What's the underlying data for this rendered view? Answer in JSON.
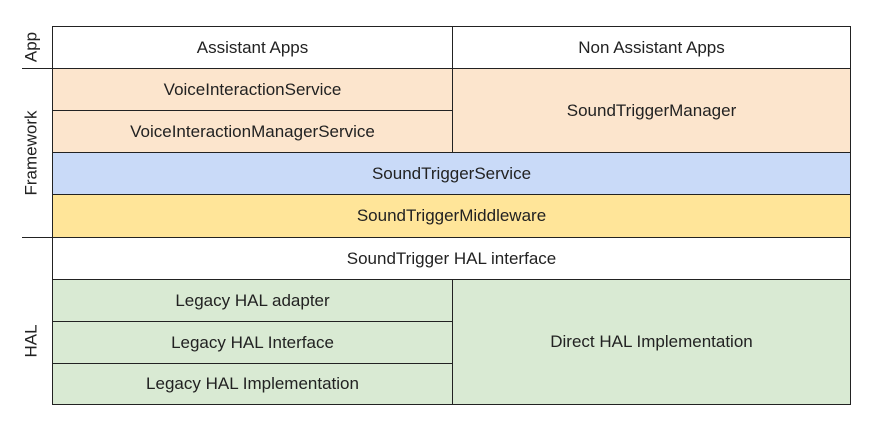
{
  "sections": {
    "app": "App",
    "framework": "Framework",
    "hal": "HAL"
  },
  "app_layer": {
    "assistant_apps": "Assistant Apps",
    "non_assistant_apps": "Non Assistant Apps"
  },
  "framework_layer": {
    "voice_interaction_service": "VoiceInteractionService",
    "voice_interaction_manager_service": "VoiceInteractionManagerService",
    "sound_trigger_manager": "SoundTriggerManager",
    "sound_trigger_service": "SoundTriggerService",
    "sound_trigger_middleware": "SoundTriggerMiddleware"
  },
  "hal_layer": {
    "hal_interface": "SoundTrigger HAL interface",
    "legacy_hal_adapter": "Legacy HAL adapter",
    "legacy_hal_interface": "Legacy HAL Interface",
    "legacy_hal_implementation": "Legacy HAL Implementation",
    "direct_hal_implementation": "Direct HAL Implementation"
  },
  "colors": {
    "app": "#ffffff",
    "framework_upper": "#fce5cd",
    "sound_trigger_service": "#c9daf8",
    "sound_trigger_middleware": "#ffe599",
    "hal_interface": "#ffffff",
    "hal_lower": "#d9ead3",
    "border": "#222222"
  }
}
